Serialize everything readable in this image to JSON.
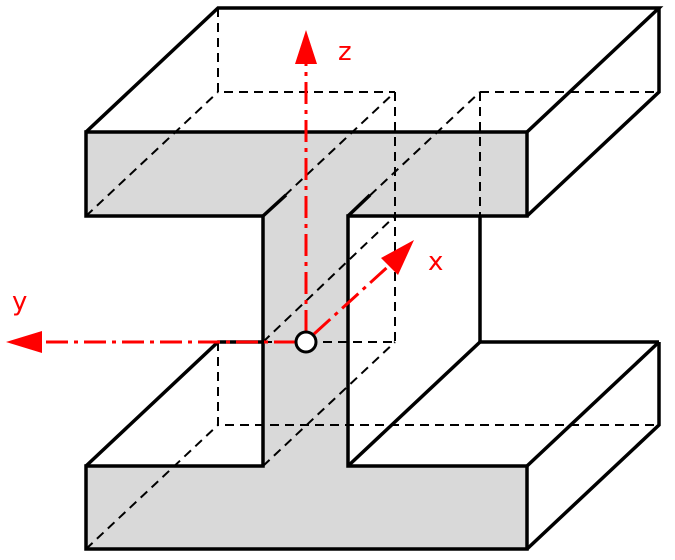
{
  "diagram": {
    "axes": {
      "z": {
        "label": "z"
      },
      "x": {
        "label": "x"
      },
      "y": {
        "label": "y"
      }
    },
    "colors": {
      "outline": "#000000",
      "section_fill": "#d9d9d9",
      "axis": "#ff0000",
      "background": "#ffffff"
    }
  }
}
